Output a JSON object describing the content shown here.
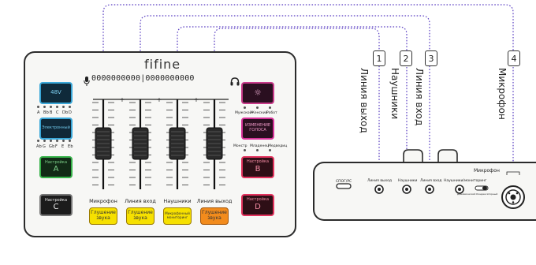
{
  "brand": "fifine",
  "meter_text": "0000000000|0000000000",
  "left_buttons": {
    "btn_48": "48V",
    "btn_key": "Электронный",
    "btn_a_top": "Настройка",
    "btn_a_big": "A",
    "btn_c_top": "Настройка",
    "btn_c_big": "C"
  },
  "keys_top": [
    "A",
    "Bb",
    "B",
    "C",
    "Db",
    "D"
  ],
  "keys_bottom": [
    "Ab",
    "G",
    "Gb",
    "F",
    "E",
    "Eb"
  ],
  "right_buttons": {
    "btn_fx": "☼",
    "voice_labels": [
      "Мужской",
      "Женский",
      "Робот"
    ],
    "btn_voice": "ИЗМЕНЕНИЕ ГОЛОСА",
    "effect_labels": [
      "Монстр",
      "Младенец",
      "Медведиц"
    ],
    "btn_b_top": "Настройка",
    "btn_b_big": "B",
    "btn_d_top": "Настройка",
    "btn_d_big": "D"
  },
  "channels": [
    {
      "label": "Микрофон",
      "mute": "Глушение звука"
    },
    {
      "label": "Линия вход",
      "mute": "Глушение звука"
    },
    {
      "label": "Наушники",
      "mute": "Микрофонный мониторинг"
    },
    {
      "label": "Линия выход",
      "mute": "Глушение звука"
    }
  ],
  "ports": {
    "usb": "СПОГ/PC",
    "line_out": "Линия выход",
    "headphones": "Наушники",
    "line_in": "Линия вход",
    "monitor": "Наушники/мониторинг",
    "mic_title": "Микрофон",
    "mic_sub": "Динамический   Конденсаторный"
  },
  "callouts": [
    {
      "number": "1",
      "label": "Линия выход"
    },
    {
      "number": "2",
      "label": "Наушники"
    },
    {
      "number": "3",
      "label": "Линия вход"
    },
    {
      "number": "4",
      "label": "Микрофон"
    }
  ],
  "colors": {
    "connector": "#5a3fc2",
    "mute_yellow": "#f6e000",
    "mute_orange": "#f28b1c",
    "magenta": "#c83a8a",
    "cyan": "#3aa7d8",
    "green": "#38b34a"
  }
}
